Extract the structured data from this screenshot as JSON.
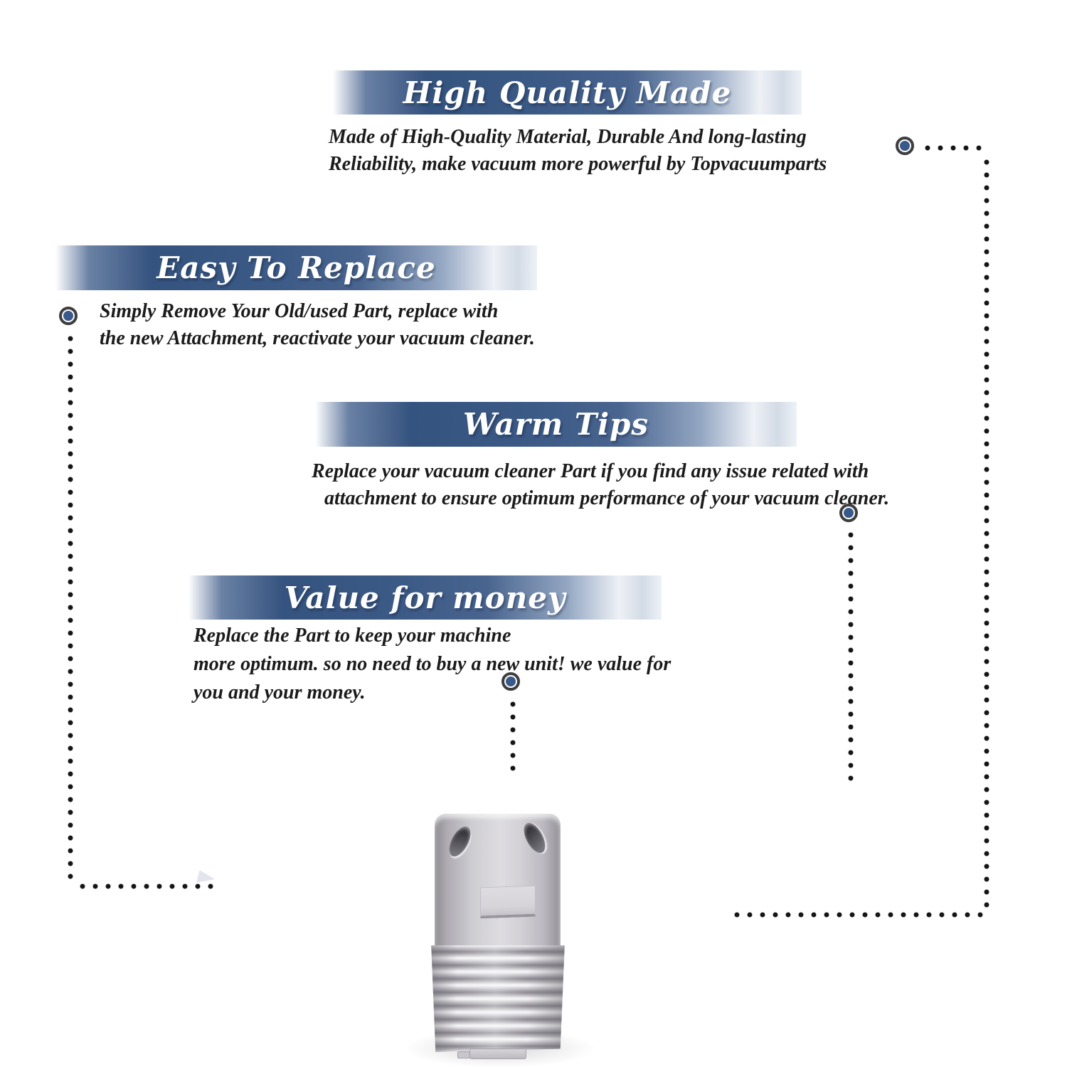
{
  "page": {
    "background": "#ffffff",
    "product_alt": "grey-vacuum-hose-end-adapter"
  },
  "colors": {
    "banner_blue_dark": "#35537f",
    "banner_blue_mid": "#3c5a86",
    "heading_text": "#ffffff",
    "body_text": "#1b1b1b",
    "marker_ring": "#3e3e3e",
    "marker_fill": "#39598b",
    "dot_line": "#151515"
  },
  "sections": [
    {
      "title": "High Quality Made",
      "lines": [
        "Made of  High-Quality Material, Durable And long-lasting",
        "Reliability, make vacuum more powerful by Topvacuumparts"
      ]
    },
    {
      "title": "Easy To Replace",
      "lines": [
        "Simply Remove Your Old/used Part, replace with",
        "the new Attachment, reactivate your vacuum cleaner."
      ]
    },
    {
      "title": "Warm Tips",
      "lines": [
        "Replace your vacuum cleaner Part if you find any issue related with",
        "attachment to ensure optimum performance of your vacuum cleaner."
      ]
    },
    {
      "title": "Value for money",
      "lines": [
        "Replace the Part to keep your machine",
        "more optimum. so no need to buy a new unit! we value for",
        "you and your money."
      ]
    }
  ]
}
